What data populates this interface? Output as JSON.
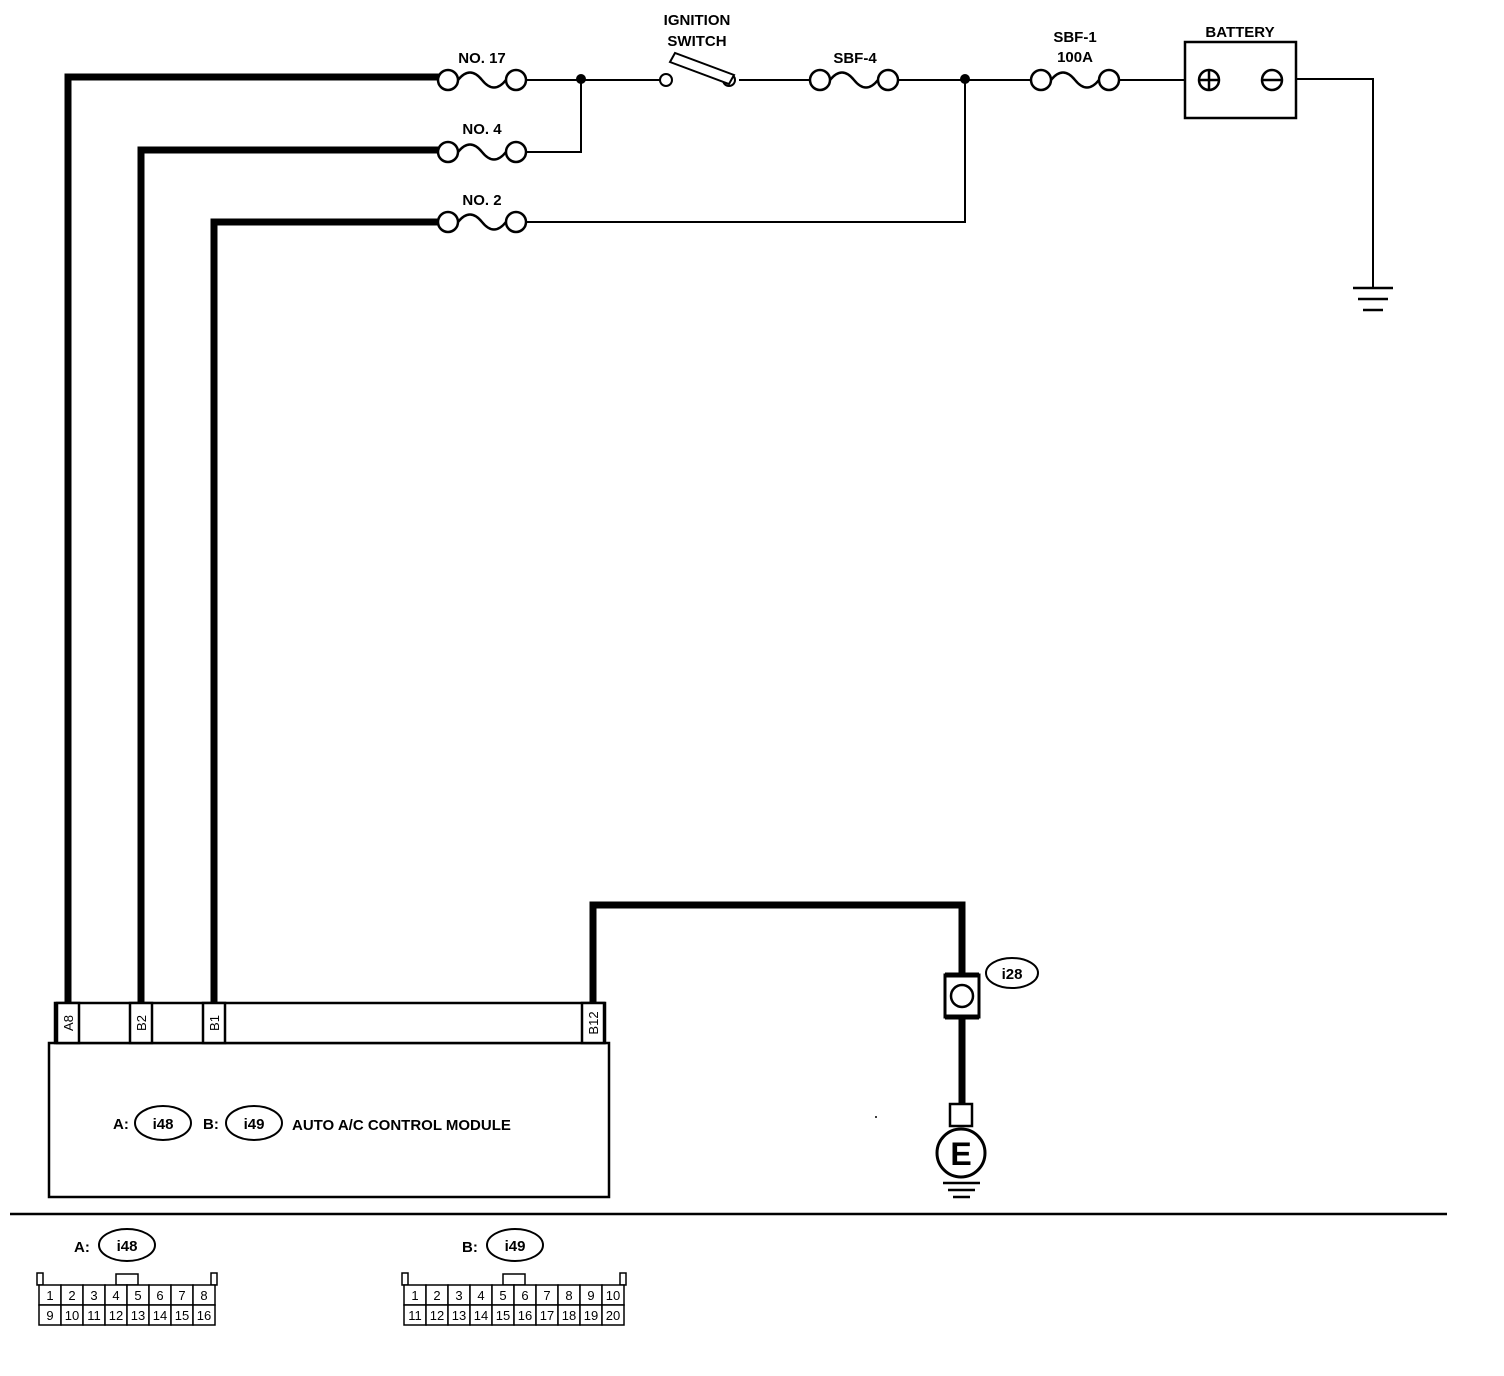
{
  "fuses": {
    "no17": "NO. 17",
    "no4": "NO. 4",
    "no2": "NO. 2",
    "sbf4": "SBF-4",
    "sbf1_name": "SBF-1",
    "sbf1_rating": "100A"
  },
  "ignition_switch": {
    "line1": "IGNITION",
    "line2": "SWITCH"
  },
  "battery": {
    "label": "BATTERY"
  },
  "module": {
    "pins": {
      "a8": "A8",
      "b2": "B2",
      "b1": "B1",
      "b12": "B12"
    },
    "conn_a_prefix": "A:",
    "conn_a_id": "i48",
    "conn_b_prefix": "B:",
    "conn_b_id": "i49",
    "name": "AUTO A/C CONTROL MODULE"
  },
  "ground_connector": {
    "id": "i28",
    "ground_label": "E"
  },
  "connector_a": {
    "prefix": "A:",
    "id": "i48",
    "top_row": [
      "1",
      "2",
      "3",
      "4",
      "5",
      "6",
      "7",
      "8"
    ],
    "bottom_row": [
      "9",
      "10",
      "11",
      "12",
      "13",
      "14",
      "15",
      "16"
    ]
  },
  "connector_b": {
    "prefix": "B:",
    "id": "i49",
    "top_row": [
      "1",
      "2",
      "3",
      "4",
      "5",
      "6",
      "7",
      "8",
      "9",
      "10"
    ],
    "bottom_row": [
      "11",
      "12",
      "13",
      "14",
      "15",
      "16",
      "17",
      "18",
      "19",
      "20"
    ]
  }
}
